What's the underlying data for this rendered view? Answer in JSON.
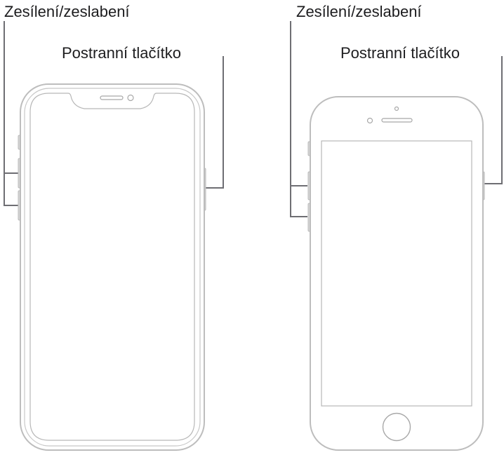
{
  "left_phone": {
    "volume_label": "Zesílení/zeslabení",
    "side_button_label": "Postranní tlačítko"
  },
  "right_phone": {
    "volume_label": "Zesílení/zeslabení",
    "side_button_label": "Postranní tlačítko"
  }
}
